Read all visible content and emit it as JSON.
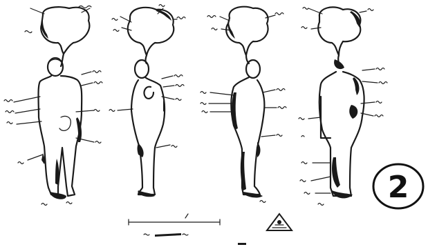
{
  "figure": {
    "views": [
      "front",
      "right-side",
      "left-side",
      "back"
    ],
    "sheet_number": "2",
    "ink_color": "#1a1a1a",
    "paper_color": "#ffffff",
    "marker_icon": "triangle-hazard-icon"
  }
}
